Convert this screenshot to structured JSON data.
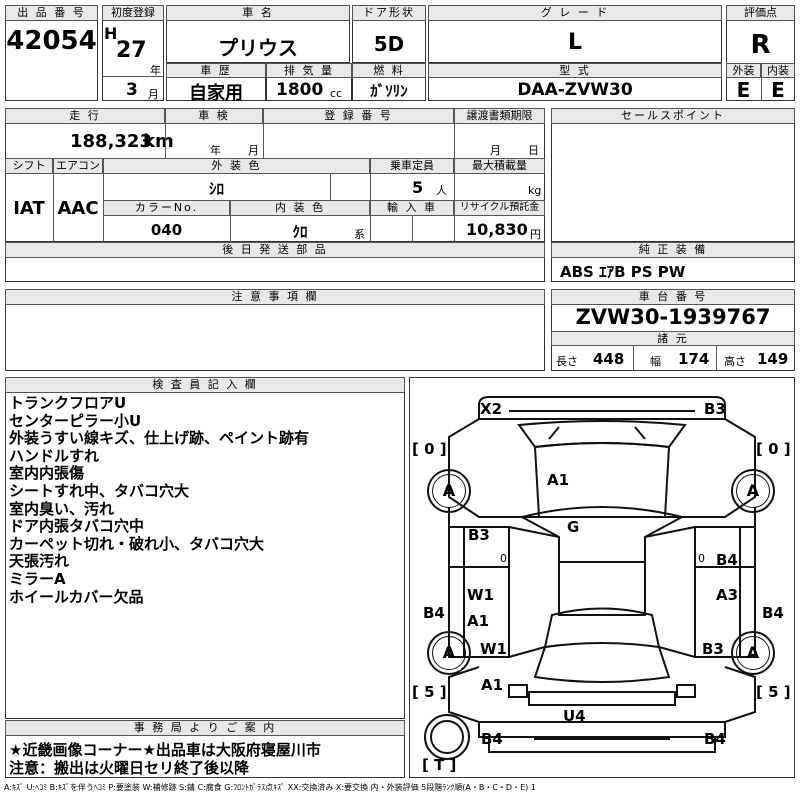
{
  "header": {
    "lot_label": "出 品 番 号",
    "lot_number": "42054",
    "first_reg_label": "初度登録",
    "era": "H",
    "year": "27",
    "year_unit": "年",
    "month": "3",
    "month_unit": "月",
    "car_name_label": "車 名",
    "car_name": "プリウス",
    "door_label": "ドア形状",
    "door": "5D",
    "grade_label": "グ レ ー ド",
    "grade": "L",
    "score_label": "評価点",
    "score": "R",
    "history_label": "車 歴",
    "history": "自家用",
    "displacement_label": "排 気 量",
    "displacement": "1800",
    "displacement_unit": "cc",
    "fuel_label": "燃 料",
    "fuel": "ｶﾞｿﾘﾝ",
    "model_label": "型 式",
    "model": "DAA-ZVW30",
    "exterior_label": "外装",
    "exterior": "E",
    "interior_label": "内装",
    "interior": "E"
  },
  "row2": {
    "mileage_label": "走 行",
    "mileage": "188,323",
    "mileage_unit": "km",
    "inspection_label": "車 検",
    "inspection_year": "年",
    "inspection_month": "月",
    "reg_no_label": "登 録 番 号",
    "transfer_label": "譲渡書類期限",
    "transfer_month": "月",
    "transfer_day": "日",
    "sales_point_label": "セールスポイント",
    "shift_label": "シフト",
    "shift": "IAT",
    "ac_label": "エアコン",
    "ac": "AAC",
    "color_label": "外 装 色",
    "color": "ｼﾛ",
    "capacity_label": "乗車定員",
    "capacity": "5",
    "capacity_unit": "人",
    "load_label": "最大積載量",
    "load_unit": "kg",
    "color_no_label": "カラーNo.",
    "color_no": "040",
    "int_color_label": "内 装 色",
    "int_color": "ｸﾛ",
    "int_color_unit": "系",
    "import_label": "輸 入 車",
    "recycle_label": "リサイクル預託金",
    "recycle": "10,830",
    "recycle_unit": "円",
    "later_parts_label": "後 日 発 送 部 品",
    "equipment_label": "純 正 装 備",
    "equipment": "ABS ｴｱB PS PW"
  },
  "notice": {
    "label": "注 意 事 項 欄"
  },
  "chassis": {
    "label": "車 台 番 号",
    "number": "ZVW30-1939767",
    "spec_label": "諸 元",
    "length_label": "長さ",
    "length": "448",
    "width_label": "幅",
    "width": "174",
    "height_label": "高さ",
    "height": "149"
  },
  "inspector": {
    "label": "検 査 員 記 入 欄",
    "lines": [
      "トランクフロアU",
      "センターピラー小U",
      "外装うすい線キズ、仕上げ跡、ペイント跡有",
      "ハンドルすれ",
      "室内内張傷",
      "シートすれ中、タバコ穴大",
      "室内臭い、汚れ",
      "ドア内張タバコ穴中",
      "カーペット切れ・破れ小、タバコ穴大",
      "天張汚れ",
      "ミラーA",
      "ホイールカバー欠品"
    ]
  },
  "office": {
    "label": "事 務 局 よ り ご 案 内",
    "line1": "★近畿画像コーナー★出品車は大阪府寝屋川市",
    "line2": "注意：搬出は火曜日セリ終了後以降"
  },
  "diagram": {
    "marks": {
      "x2": "X2",
      "b3_top": "B3",
      "a1_roof": "A1",
      "g": "G",
      "b3_left": "B3",
      "b4_right": "B4",
      "w1_left": "W1",
      "a1_left": "A1",
      "a3": "A3",
      "b4_left_side": "B4",
      "b4_right_side": "B4",
      "w1_left2": "W1",
      "b3_right": "B3",
      "a1_bottom": "A1",
      "u4": "U4",
      "b4_bl": "B4",
      "b4_br": "B4"
    },
    "tire_fl": "A",
    "tire_fr": "A",
    "tire_rl": "A",
    "tire_rr": "A",
    "bracket_tl": "[ 0 ]",
    "bracket_tr": "[ 0 ]",
    "bracket_bl": "[ 5 ]",
    "bracket_br": "[ 5 ]",
    "bracket_t": "[ T ]",
    "small_0_l": "0",
    "small_0_r": "0"
  },
  "legend": "A:ｷｽﾞ U:ﾍｺﾐ B:ｷｽﾞを伴うﾍｺﾐ P:要塗装 W:補修跡 S:錆 C:腐食 G:ﾌﾛﾝﾄｶﾞﾗｽ点ｷｽﾞ XX:交換済み X:要交換 内・外装評価 5段階ﾗﾝｸ順(A・B・C・D・E) 1"
}
